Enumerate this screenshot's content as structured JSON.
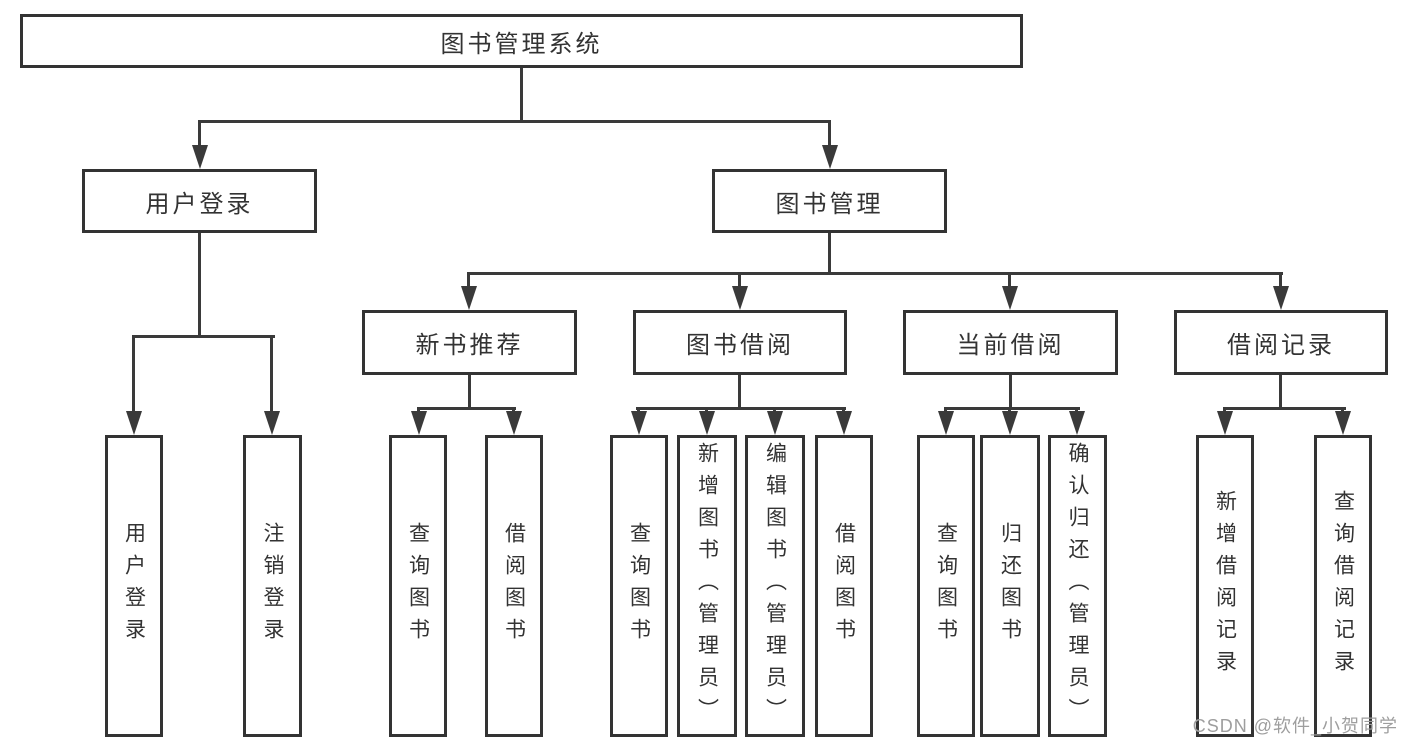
{
  "diagram": {
    "type": "hierarchy-tree",
    "title": "图书管理系统",
    "watermark": "CSDN @软件_小贺同学",
    "colors": {
      "line": "#3a3a3a",
      "box_border": "#333333",
      "text": "#333333",
      "watermark": "#9e9e9e",
      "background": "#ffffff"
    },
    "nodes": [
      {
        "id": "root",
        "label": "图书管理系统",
        "parent": null
      },
      {
        "id": "user-login",
        "label": "用户登录",
        "parent": "root"
      },
      {
        "id": "book-management",
        "label": "图书管理",
        "parent": "root"
      },
      {
        "id": "new-book-recommend",
        "label": "新书推荐",
        "parent": "book-management"
      },
      {
        "id": "book-borrow",
        "label": "图书借阅",
        "parent": "book-management"
      },
      {
        "id": "current-borrow",
        "label": "当前借阅",
        "parent": "book-management"
      },
      {
        "id": "borrow-record",
        "label": "借阅记录",
        "parent": "book-management"
      },
      {
        "id": "leaf-user-login",
        "label": "用户登录",
        "parent": "user-login"
      },
      {
        "id": "leaf-logout",
        "label": "注销登录",
        "parent": "user-login"
      },
      {
        "id": "nbr-query-book",
        "label": "查询图书",
        "parent": "new-book-recommend"
      },
      {
        "id": "nbr-borrow-book",
        "label": "借阅图书",
        "parent": "new-book-recommend"
      },
      {
        "id": "bb-query-book",
        "label": "查询图书",
        "parent": "book-borrow"
      },
      {
        "id": "bb-add-book",
        "label": "新增图书（管理员）",
        "parent": "book-borrow"
      },
      {
        "id": "bb-edit-book",
        "label": "编辑图书（管理员）",
        "parent": "book-borrow"
      },
      {
        "id": "bb-borrow-book",
        "label": "借阅图书",
        "parent": "book-borrow"
      },
      {
        "id": "cb-query-book",
        "label": "查询图书",
        "parent": "current-borrow"
      },
      {
        "id": "cb-return-book",
        "label": "归还图书",
        "parent": "current-borrow"
      },
      {
        "id": "cb-confirm-return",
        "label": "确认归还（管理员）",
        "parent": "current-borrow"
      },
      {
        "id": "br-add-record",
        "label": "新增借阅记录",
        "parent": "borrow-record"
      },
      {
        "id": "br-query-record",
        "label": "查询借阅记录",
        "parent": "borrow-record"
      }
    ]
  }
}
